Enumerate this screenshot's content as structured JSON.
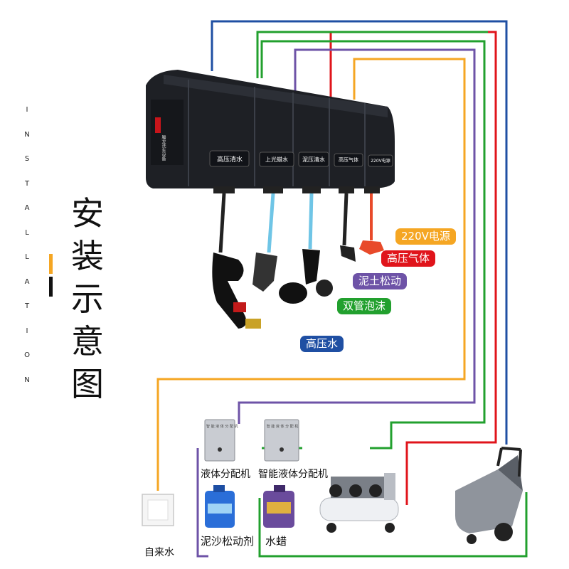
{
  "side_text": {
    "letters": [
      "I",
      "N",
      "S",
      "T",
      "A",
      "L",
      "L",
      "A",
      "T",
      "I",
      "O",
      "N"
    ]
  },
  "title": {
    "chars": [
      "安",
      "装",
      "示",
      "意",
      "图"
    ]
  },
  "unit": {
    "brand": "腾龙洗车设备",
    "compartments": [
      "高压清水",
      "上光蜡水",
      "泥压清水",
      "高压气体",
      "220V电源"
    ]
  },
  "badges": [
    {
      "text": "220V电源",
      "color": "#f5a623"
    },
    {
      "text": "高压气体",
      "color": "#e0141b"
    },
    {
      "text": "泥土松动",
      "color": "#6e53a7"
    },
    {
      "text": "双管泡沫",
      "color": "#22a02e"
    },
    {
      "text": "高压水",
      "color": "#1f4fa3"
    }
  ],
  "equipment": {
    "dispenser1_label": "液体分配机",
    "dispenser2_label": "智能液体分配机",
    "bottle1_label": "泥沙松动剂",
    "bottle2_label": "水蜡",
    "socket_label": "自来水",
    "dispenser_plate": "智 能 液 体 分 配 机"
  },
  "wire_colors": {
    "blue": "#1f4fa3",
    "red": "#e0141b",
    "green": "#22a02e",
    "purple": "#6e53a7",
    "orange": "#f5a623"
  }
}
